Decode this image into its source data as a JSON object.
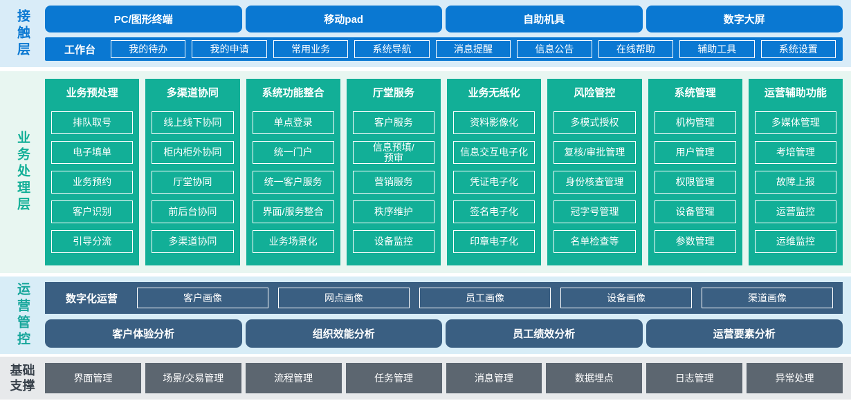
{
  "colors": {
    "accent_blue": "#0a78d2",
    "accent_green": "#12af97",
    "accent_slate": "#3a5f82",
    "accent_gray": "#5c6670",
    "bg_blue": "#d9ecf8",
    "bg_mint": "#e8f6f1",
    "bg_gray": "#e7e9eb"
  },
  "contact_layer": {
    "label": "接触层",
    "terminals": [
      "PC/图形终端",
      "移动pad",
      "自助机具",
      "数字大屏"
    ],
    "workbench": {
      "label": "工作台",
      "items": [
        "我的待办",
        "我的申请",
        "常用业务",
        "系统导航",
        "消息提醒",
        "信息公告",
        "在线帮助",
        "辅助工具",
        "系统设置"
      ]
    }
  },
  "business_layer": {
    "label": "业务处理层",
    "columns": [
      {
        "title": "业务预处理",
        "items": [
          "排队取号",
          "电子填单",
          "业务预约",
          "客户识别",
          "引导分流"
        ]
      },
      {
        "title": "多渠道协同",
        "items": [
          "线上线下协同",
          "柜内柜外协同",
          "厅堂协同",
          "前后台协同",
          "多渠道协同"
        ]
      },
      {
        "title": "系统功能整合",
        "items": [
          "单点登录",
          "统一门户",
          "统一客户服务",
          "界面/服务整合",
          "业务场景化"
        ]
      },
      {
        "title": "厅堂服务",
        "items": [
          "客户服务",
          "信息预填/\n预审",
          "营销服务",
          "秩序维护",
          "设备监控"
        ]
      },
      {
        "title": "业务无纸化",
        "items": [
          "资料影像化",
          "信息交互电子化",
          "凭证电子化",
          "签名电子化",
          "印章电子化"
        ]
      },
      {
        "title": "风险管控",
        "items": [
          "多模式授权",
          "复核/审批管理",
          "身份核查管理",
          "冠字号管理",
          "名单检查等"
        ]
      },
      {
        "title": "系统管理",
        "items": [
          "机构管理",
          "用户管理",
          "权限管理",
          "设备管理",
          "参数管理"
        ]
      },
      {
        "title": "运营辅助功能",
        "items": [
          "多媒体管理",
          "考培管理",
          "故障上报",
          "运营监控",
          "运维监控"
        ]
      }
    ]
  },
  "operations_layer": {
    "label": "运营管控",
    "digital_ops": {
      "label": "数字化运营",
      "items": [
        "客户画像",
        "网点画像",
        "员工画像",
        "设备画像",
        "渠道画像"
      ]
    },
    "analysis": [
      "客户体验分析",
      "组织效能分析",
      "员工绩效分析",
      "运营要素分析"
    ]
  },
  "foundation_layer": {
    "label": "基础支撑",
    "items": [
      "界面管理",
      "场景/交易管理",
      "流程管理",
      "任务管理",
      "消息管理",
      "数据埋点",
      "日志管理",
      "异常处理"
    ]
  }
}
